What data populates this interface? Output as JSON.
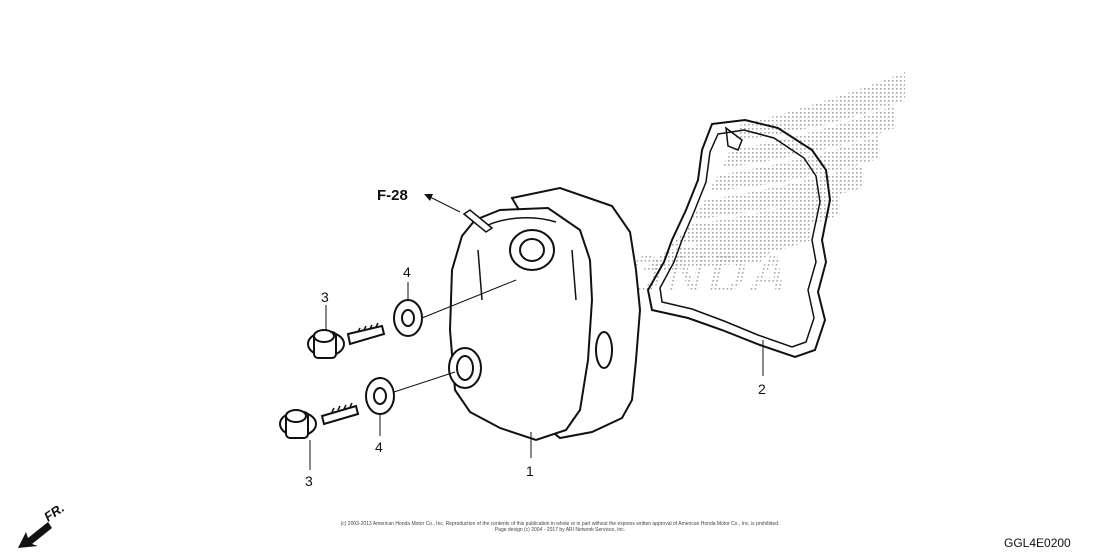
{
  "diagram": {
    "watermark_text": "HONDA",
    "reference_label": "F-28",
    "front_label": "FR.",
    "callouts": {
      "cover": "1",
      "gasket": "2",
      "bolt_top": "3",
      "bolt_bottom": "3",
      "washer_top": "4",
      "washer_bottom": "4"
    },
    "copyright_line1": "(c) 2003-2013 American Honda Motor Co., Inc. Reproduction of the contents of this publication in whole or in part without the express written approval of American Honda Motor Co., Inc. is prohibited.",
    "copyright_line2": "Page design (c) 2004 - 2017 by ARI Network Services, Inc.",
    "diagram_code": "GGL4E0200"
  }
}
